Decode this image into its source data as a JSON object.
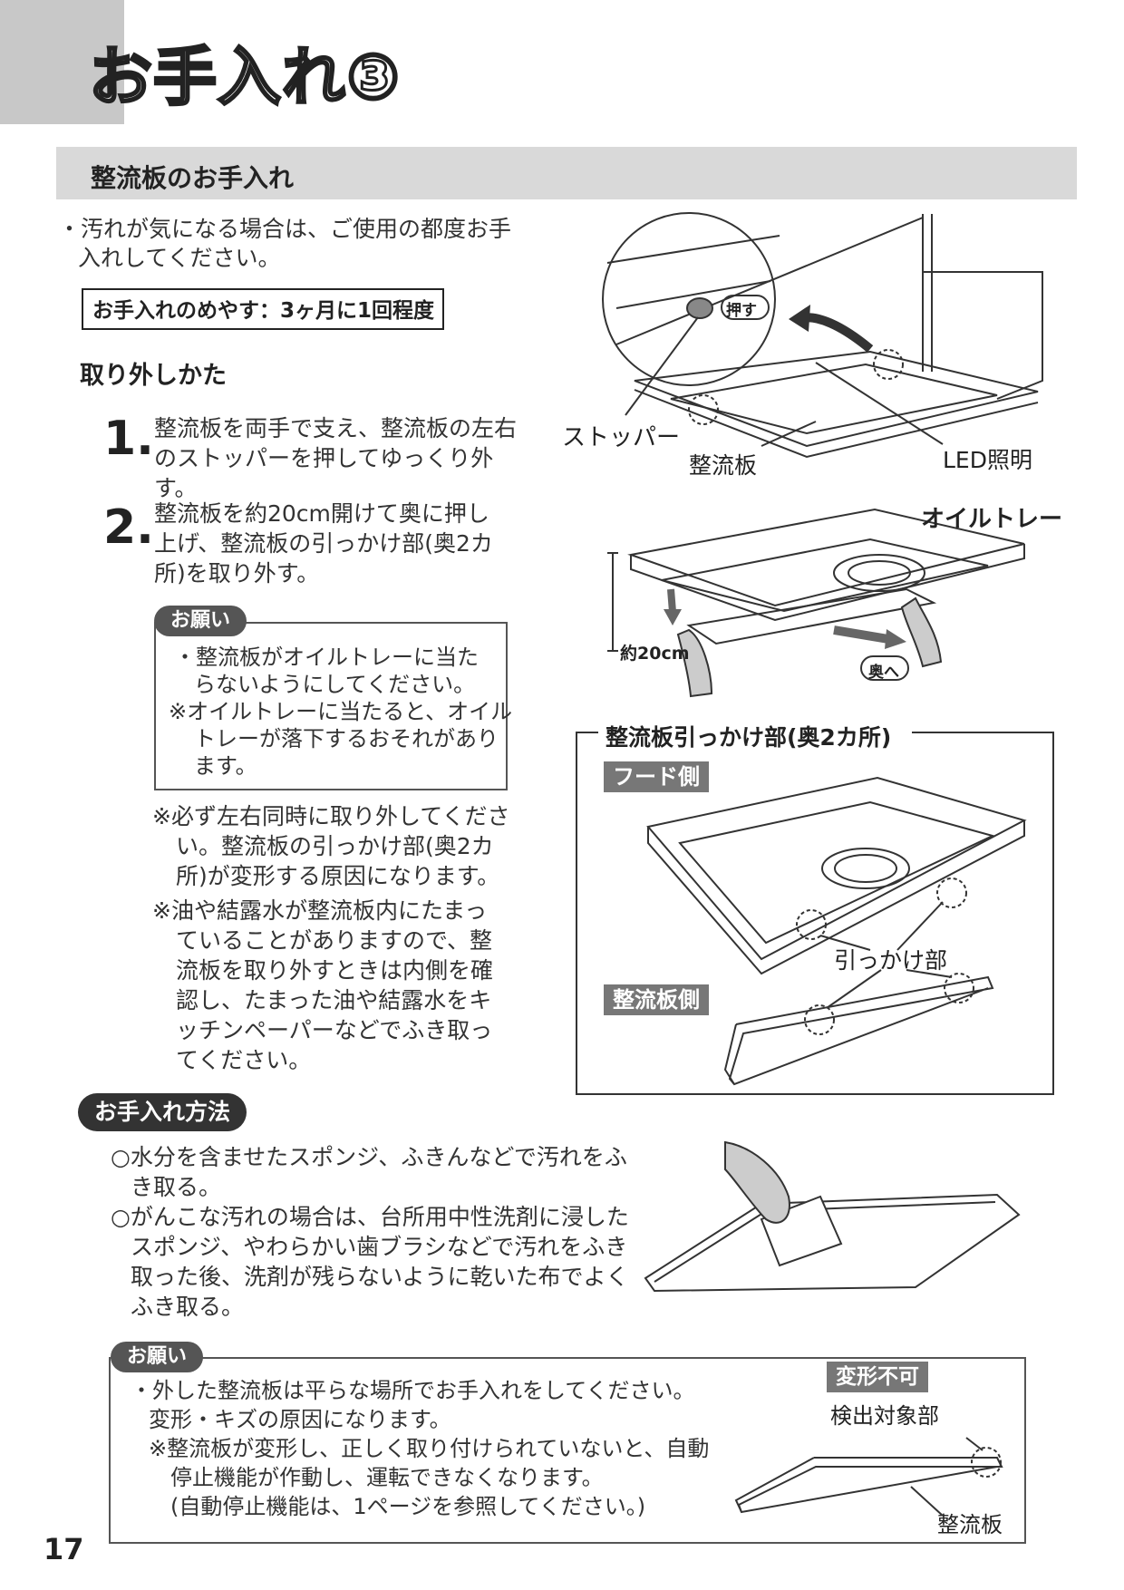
{
  "page": {
    "title": "お手入れ③",
    "number": "17"
  },
  "section": {
    "title": "整流板のお手入れ"
  },
  "intro": {
    "line1": "・汚れが気になる場合は、ご使用の都度お手",
    "line2": "入れしてください。",
    "guide": "お手入れのめやす：3ヶ月に1回程度"
  },
  "removal": {
    "heading": "取り外しかた",
    "steps": [
      {
        "num": "1.",
        "lines": [
          "整流板を両手で支え、整流板の左右",
          "のストッパーを押してゆっくり外す。"
        ]
      },
      {
        "num": "2.",
        "lines": [
          "整流板を約20cm開けて奥に押し",
          "上げ、整流板の引っかけ部(奥2カ",
          "所)を取り外す。"
        ]
      }
    ]
  },
  "request1": {
    "label": "お願い",
    "lines": [
      "・整流板がオイルトレーに当た",
      "らないようにしてください。",
      "※オイルトレーに当たると、オイル",
      "トレーが落下するおそれがあり",
      "ます。"
    ]
  },
  "notes": {
    "lines1": [
      "※必ず左右同時に取り外してくださ",
      "い。整流板の引っかけ部(奥2カ",
      "所)が変形する原因になります。"
    ],
    "lines2": [
      "※油や結露水が整流板内にたまっ",
      "ていることがありますので、整",
      "流板を取り外すときは内側を確",
      "認し、たまった油や結露水をキ",
      "ッチンペーパーなどでふき取っ",
      "てください。"
    ]
  },
  "figure1": {
    "push": "押す",
    "stopper": "ストッパー",
    "rectifier": "整流板",
    "led": "LED照明"
  },
  "figure2": {
    "oil_tray": "オイルトレー",
    "distance": "約20cm",
    "back": "奥へ"
  },
  "figure3": {
    "title": "整流板引っかけ部(奥2カ所)",
    "hood_side": "フード側",
    "hook": "引っかけ部",
    "panel_side": "整流板側"
  },
  "cleaning": {
    "label": "お手入れ方法",
    "lines": [
      "○水分を含ませたスポンジ、ふきんなどで汚れをふ",
      "き取る。",
      "○がんこな汚れの場合は、台所用中性洗剤に浸した",
      "スポンジ、やわらかい歯ブラシなどで汚れをふき",
      "取った後、洗剤が残らないように乾いた布でよく",
      "ふき取る。"
    ]
  },
  "request2": {
    "label": "お願い",
    "lines": [
      "・外した整流板は平らな場所でお手入れをしてください。",
      "変形・キズの原因になります。",
      "※整流板が変形し、正しく取り付けられていないと、自動",
      "停止機能が作動し、運転できなくなります。",
      "(自動停止機能は、1ページを参照してください。)"
    ],
    "no_deform": "変形不可",
    "detection": "検出対象部",
    "rectifier": "整流板"
  }
}
